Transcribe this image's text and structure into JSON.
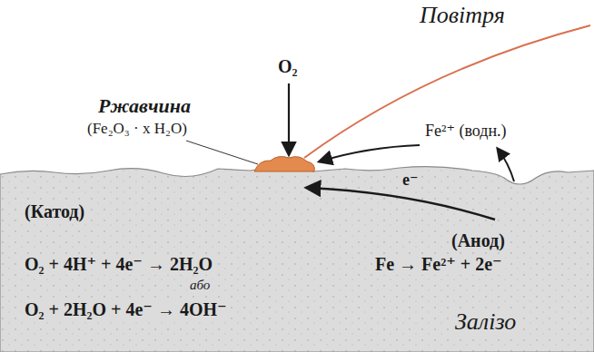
{
  "diagram": {
    "labels": [
      "Повітря",
      "Ржавчина",
      "(Fe₂O₃ · x H₂O)",
      "O₂",
      "Fe²⁺ (водн.)",
      "e⁻",
      "(Катод)",
      "(Анод)",
      "O₂ + 4H⁺ + 4e⁻ → 2H₂O",
      "або",
      "Fe → Fe²⁺ + 2e⁻",
      "O₂ + 2H₂O + 4e⁻ → 4OH⁻",
      "Залізо"
    ]
  }
}
